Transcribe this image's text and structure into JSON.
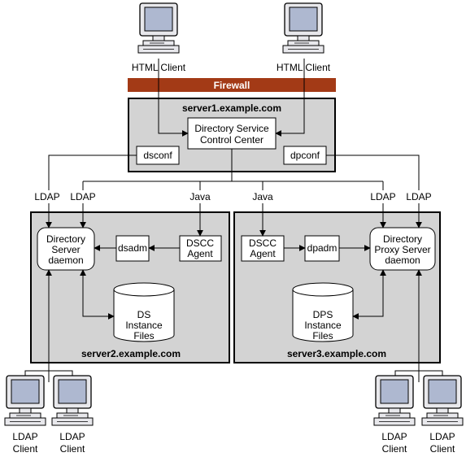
{
  "clients": {
    "html_client_1": "HTML Client",
    "html_client_2": "HTML Client",
    "ldap_client_label": [
      "LDAP",
      "Client"
    ]
  },
  "firewall": {
    "label": "Firewall"
  },
  "server1": {
    "title": "server1.example.com",
    "dscc": [
      "Directory Service",
      "Control Center"
    ],
    "dsconf": "dsconf",
    "dpconf": "dpconf"
  },
  "server2": {
    "title": "server2.example.com",
    "daemon": [
      "Directory",
      "Server",
      "daemon"
    ],
    "dsadm": "dsadm",
    "agent": [
      "DSCC",
      "Agent"
    ],
    "files": [
      "DS",
      "Instance",
      "Files"
    ]
  },
  "server3": {
    "title": "server3.example.com",
    "daemon": [
      "Directory",
      "Proxy Server",
      "daemon"
    ],
    "dpadm": "dpadm",
    "agent": [
      "DSCC",
      "Agent"
    ],
    "files": [
      "DPS",
      "Instance",
      "Files"
    ]
  },
  "protocols": {
    "ldap": "LDAP",
    "java": "Java"
  },
  "colors": {
    "firewall": "#a33a16",
    "server_fill": "#d3d3d3",
    "monitor_screen": "#aeb8d0"
  }
}
